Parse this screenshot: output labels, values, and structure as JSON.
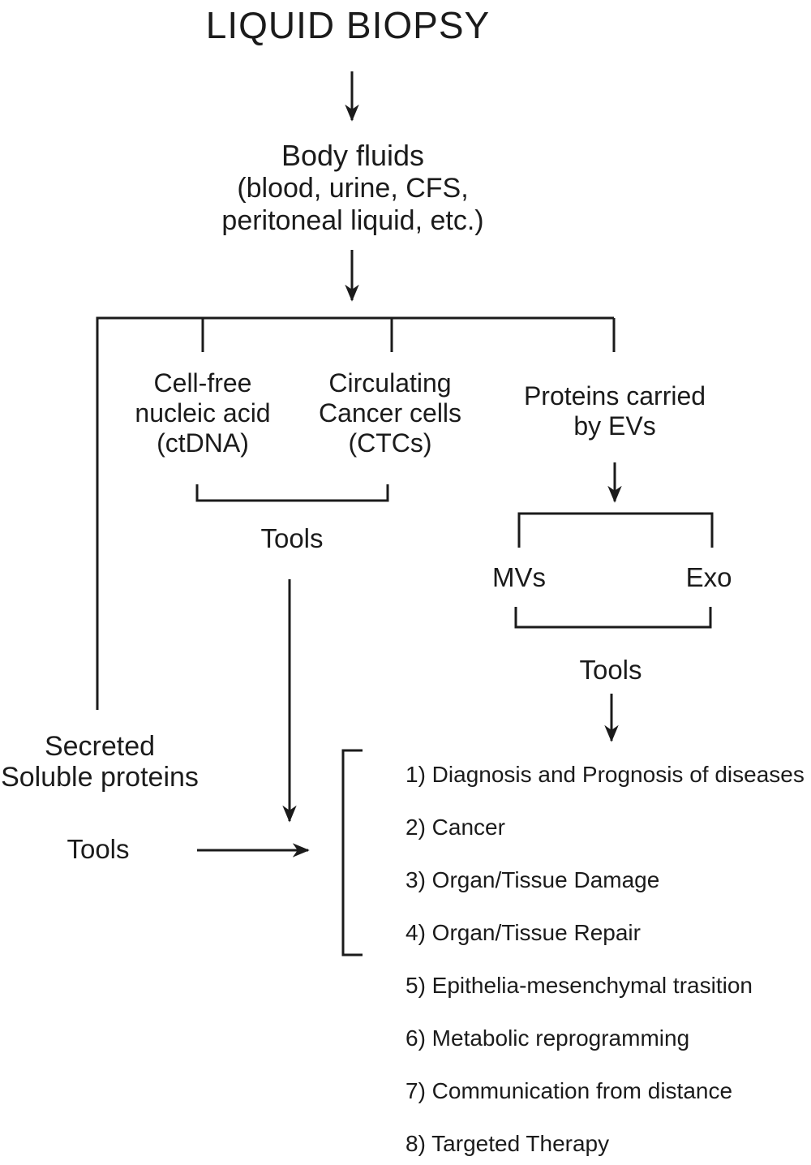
{
  "colors": {
    "background": "#ffffff",
    "ink": "#1b1b1b"
  },
  "diagram": {
    "title": "LIQUID BIOPSY",
    "body_fluids": {
      "line1": "Body fluids",
      "line2": "(blood, urine, CFS,",
      "line3": "peritoneal liquid, etc.)"
    },
    "cell_free": {
      "line1": "Cell-free",
      "line2": "nucleic acid",
      "line3": "(ctDNA)"
    },
    "circulating": {
      "line1": "Circulating",
      "line2": "Cancer cells",
      "line3": "(CTCs)"
    },
    "proteins_ev": {
      "line1": "Proteins carried",
      "line2": "by EVs"
    },
    "mvs": "MVs",
    "exo": "Exo",
    "secreted": {
      "line1": "Secreted",
      "line2": "Soluble proteins"
    },
    "tools_center": "Tools",
    "tools_ev": "Tools",
    "tools_left": "Tools",
    "outcomes": [
      "1) Diagnosis and Prognosis of diseases",
      "2) Cancer",
      "3) Organ/Tissue Damage",
      "4) Organ/Tissue Repair",
      "5) Epithelia-mesenchymal trasition",
      "6) Metabolic reprogramming",
      "7) Communication from distance",
      "8) Targeted Therapy"
    ]
  }
}
